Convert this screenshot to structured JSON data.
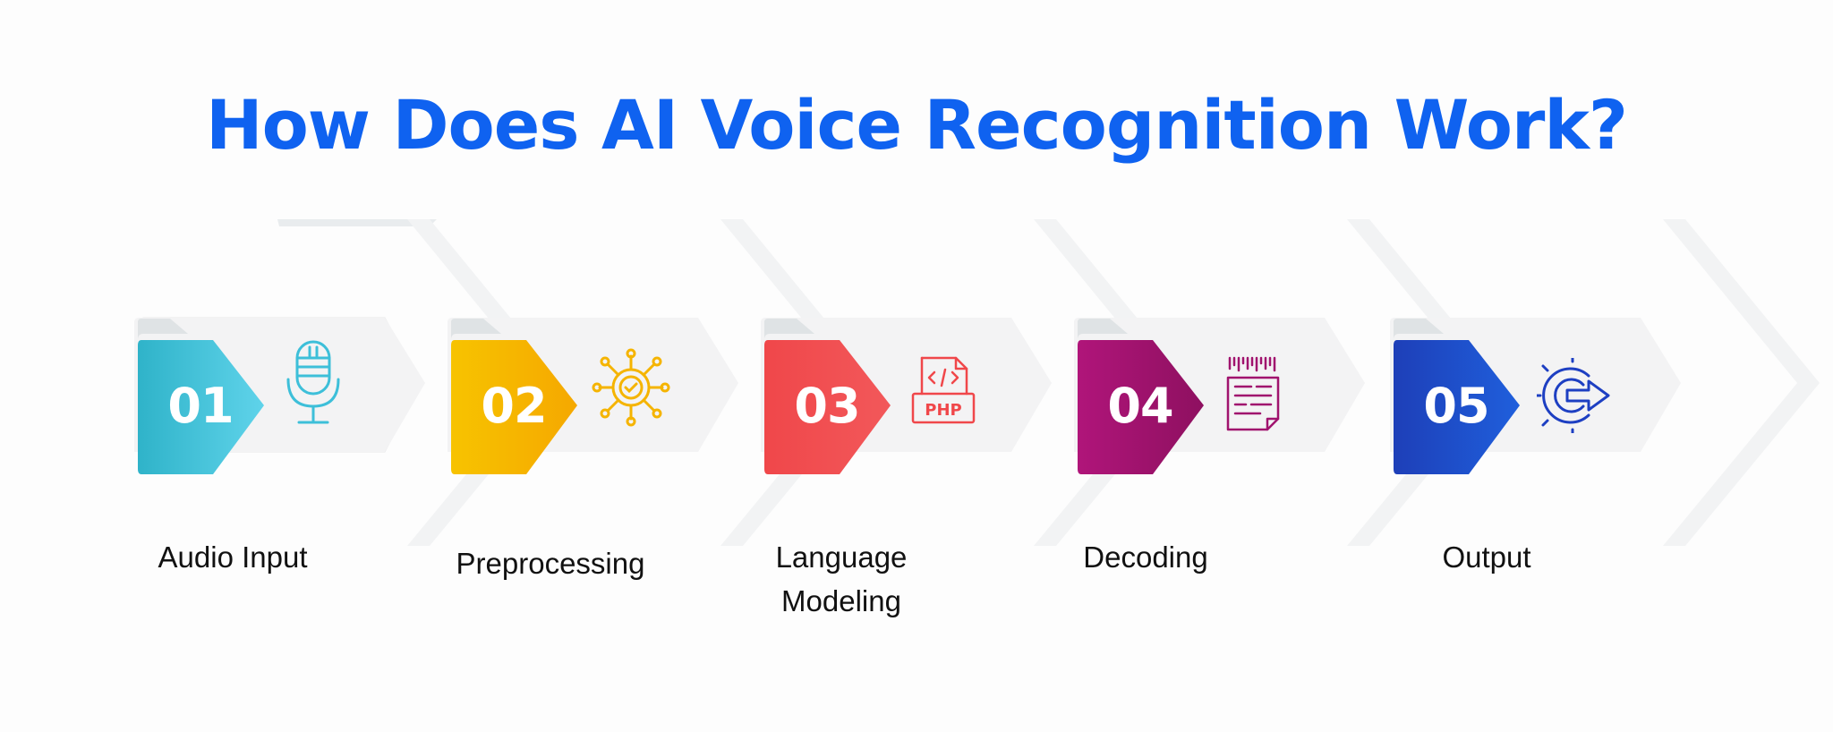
{
  "title": "How Does AI Voice Recognition Work?",
  "colors": {
    "title": "#0f62f0",
    "step1": "#3dbfd9",
    "step2": "#f5b400",
    "step3": "#f0474a",
    "step4": "#a0136e",
    "step5": "#1d3fc2"
  },
  "steps": [
    {
      "number": "01",
      "label": "Audio Input",
      "icon": "microphone-icon",
      "color": "#3dbfd9"
    },
    {
      "number": "02",
      "label": "Preprocessing",
      "icon": "gear-check-icon",
      "color": "#f5b400"
    },
    {
      "number": "03",
      "label": "Language Modeling",
      "icon": "php-file-icon",
      "color": "#f0474a"
    },
    {
      "number": "04",
      "label": "Decoding",
      "icon": "barcode-document-icon",
      "color": "#a0136e"
    },
    {
      "number": "05",
      "label": "Output",
      "icon": "gear-arrow-out-icon",
      "color": "#1d3fc2"
    }
  ]
}
